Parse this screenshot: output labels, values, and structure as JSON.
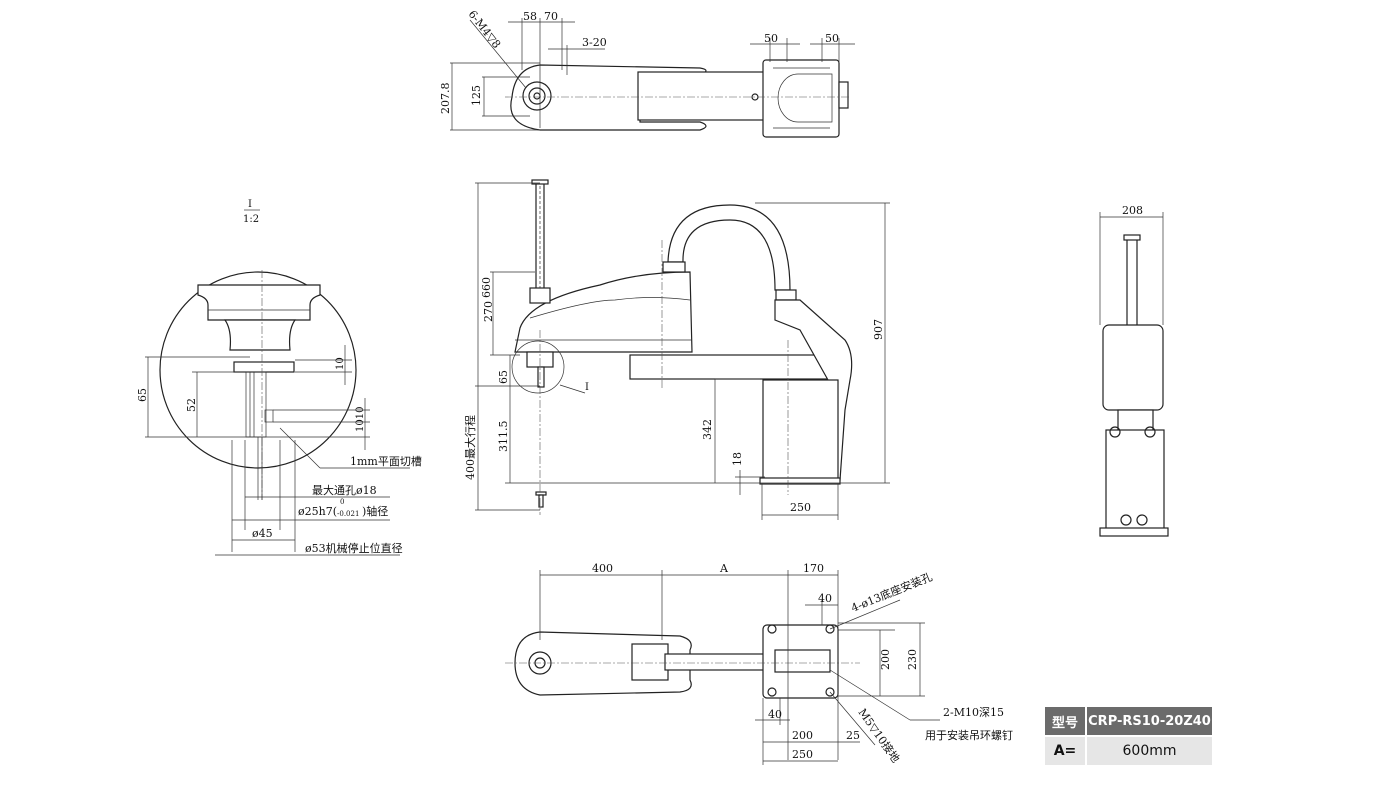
{
  "top_view": {
    "dim_58": "58",
    "dim_70": "70",
    "dim_3_20": "3-20",
    "dim_50_left": "50",
    "dim_50_right": "50",
    "dim_207_8": "207.8",
    "dim_125": "125",
    "thread_note": "6-M4▽8"
  },
  "detail_view": {
    "title": "I",
    "scale": "1:2",
    "dim_65": "65",
    "dim_52": "52",
    "dim_10": "10",
    "dim_1010": "1010",
    "note_flat_groove": "1mm平面切槽",
    "note_max_through_hole": "最大通孔ø18",
    "note_shaft_dia": "ø25h7(",
    "note_shaft_tol_upper": "0",
    "note_shaft_tol_lower": "-0.021",
    "note_shaft_suffix": ")轴径",
    "dim_45": "ø45",
    "note_stop_dia": "ø53机械停止位直径"
  },
  "side_view": {
    "dim_660": "660",
    "dim_270": "270",
    "dim_65": "65",
    "dim_311_5": "311.5",
    "dim_stroke": "400最大行程",
    "dim_342": "342",
    "dim_18": "18",
    "dim_250": "250",
    "dim_907": "907",
    "detail_marker": "I"
  },
  "end_view": {
    "dim_208": "208"
  },
  "bottom_view": {
    "dim_400": "400",
    "dim_A": "A",
    "dim_170": "170",
    "dim_40_top": "40",
    "note_base_holes": "4-ø13底座安装孔",
    "dim_200_v": "200",
    "dim_230_v": "230",
    "dim_40_bottom": "40",
    "dim_200_h": "200",
    "dim_25": "25",
    "dim_250": "250",
    "note_ground": "M5▽10接地",
    "note_m10": "2-M10深15",
    "note_eyebolt": "用于安装吊环螺钉"
  },
  "spec_table": {
    "model_label": "型号",
    "model_value": "CRP-RS10-20Z40",
    "a_label": "A=",
    "a_value": "600mm"
  }
}
